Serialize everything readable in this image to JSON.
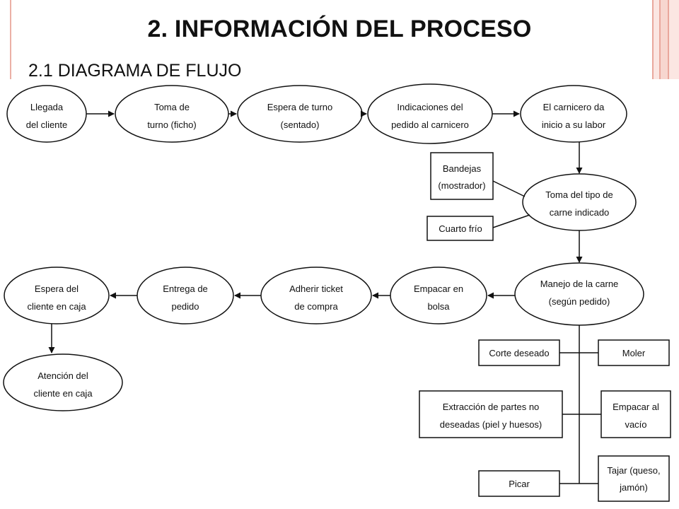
{
  "slide": {
    "title": "2. INFORMACIÓN DEL PROCESO",
    "subtitle": "2.1 DIAGRAMA DE FLUJO",
    "accent_color": "#e8a298"
  },
  "diagram": {
    "nodes": {
      "llegada": [
        "Llegada",
        "del cliente"
      ],
      "toma_turno": [
        "Toma de",
        "turno (ficho)"
      ],
      "espera_turno": [
        "Espera de turno",
        "(sentado)"
      ],
      "indicaciones": [
        "Indicaciones del",
        "pedido al carnicero"
      ],
      "carnicero": [
        "El carnicero da",
        "inicio a su labor"
      ],
      "bandejas": [
        "Bandejas",
        "(mostrador)"
      ],
      "cuarto_frio": [
        "Cuarto frío"
      ],
      "toma_tipo": [
        "Toma del tipo de",
        "carne indicado"
      ],
      "manejo": [
        "Manejo de la carne",
        "(según pedido)"
      ],
      "empacar_bolsa": [
        "Empacar en",
        "bolsa"
      ],
      "adherir": [
        "Adherir ticket",
        "de compra"
      ],
      "entrega": [
        "Entrega de",
        "pedido"
      ],
      "espera_caja": [
        "Espera del",
        "cliente en caja"
      ],
      "atencion": [
        "Atención del",
        "cliente en caja"
      ],
      "corte": [
        "Corte deseado"
      ],
      "moler": [
        "Moler"
      ],
      "extraccion": [
        "Extracción de partes no",
        "deseadas (piel y huesos)"
      ],
      "empacar_vacio": [
        "Empacar al",
        "vacío"
      ],
      "picar": [
        "Picar"
      ],
      "tajar": [
        "Tajar (queso,",
        "jamón)"
      ]
    }
  }
}
